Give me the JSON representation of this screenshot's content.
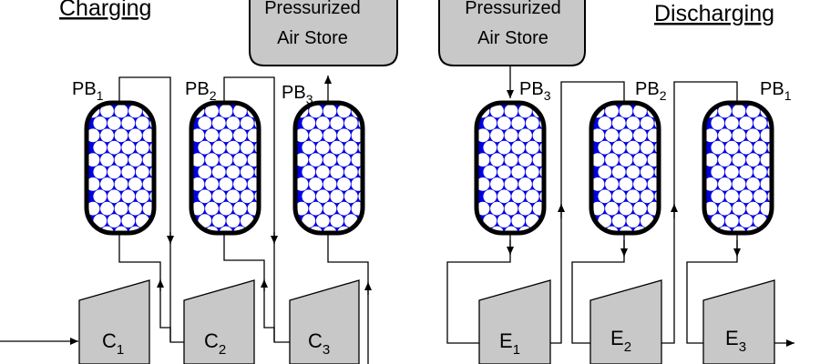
{
  "headings": {
    "charging": "Charging",
    "discharging": "Discharging"
  },
  "stores": [
    {
      "line1": "Pressurized",
      "line2": "Air Store"
    },
    {
      "line1": "Pressurized",
      "line2": "Air Store"
    }
  ],
  "packed_beds_charging": [
    {
      "base": "PB",
      "sub": "1"
    },
    {
      "base": "PB",
      "sub": "2"
    },
    {
      "base": "PB",
      "sub": "3"
    }
  ],
  "packed_beds_discharging": [
    {
      "base": "PB",
      "sub": "3"
    },
    {
      "base": "PB",
      "sub": "2"
    },
    {
      "base": "PB",
      "sub": "1"
    }
  ],
  "compressors": [
    {
      "base": "C",
      "sub": "1"
    },
    {
      "base": "C",
      "sub": "2"
    },
    {
      "base": "C",
      "sub": "3"
    }
  ],
  "expanders": [
    {
      "base": "E",
      "sub": "1"
    },
    {
      "base": "E",
      "sub": "2"
    },
    {
      "base": "E",
      "sub": "3"
    }
  ],
  "colors": {
    "vessel_fill": "#0000e0",
    "pebble": "#ffffff",
    "machine_fill": "#c8c8c8",
    "line": "#000000"
  }
}
